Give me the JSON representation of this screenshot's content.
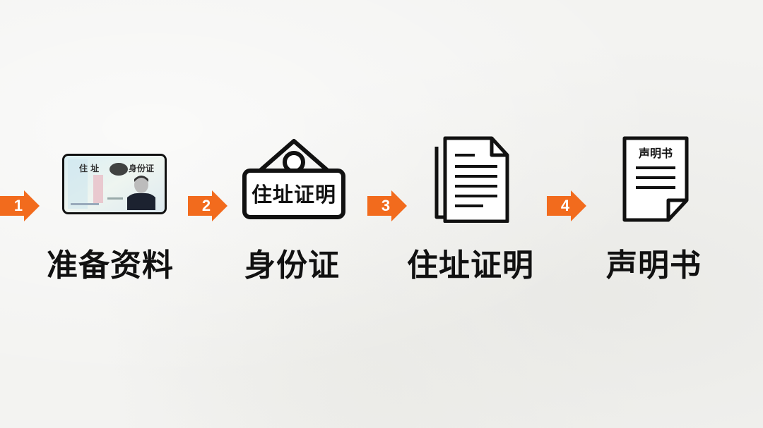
{
  "steps": [
    {
      "number": "1",
      "label": "准备资料"
    },
    {
      "number": "2",
      "label": "身份证"
    },
    {
      "number": "3",
      "label": "住址证明"
    },
    {
      "number": "4",
      "label": "声明书"
    }
  ],
  "icons": {
    "id_card_text_left": "住 址",
    "id_card_text_right": "身份证",
    "sign_text": "住址证明",
    "declaration_title": "声明书"
  },
  "colors": {
    "accent": "#f26b1d",
    "ink": "#111111",
    "background": "#f3f3f1"
  }
}
